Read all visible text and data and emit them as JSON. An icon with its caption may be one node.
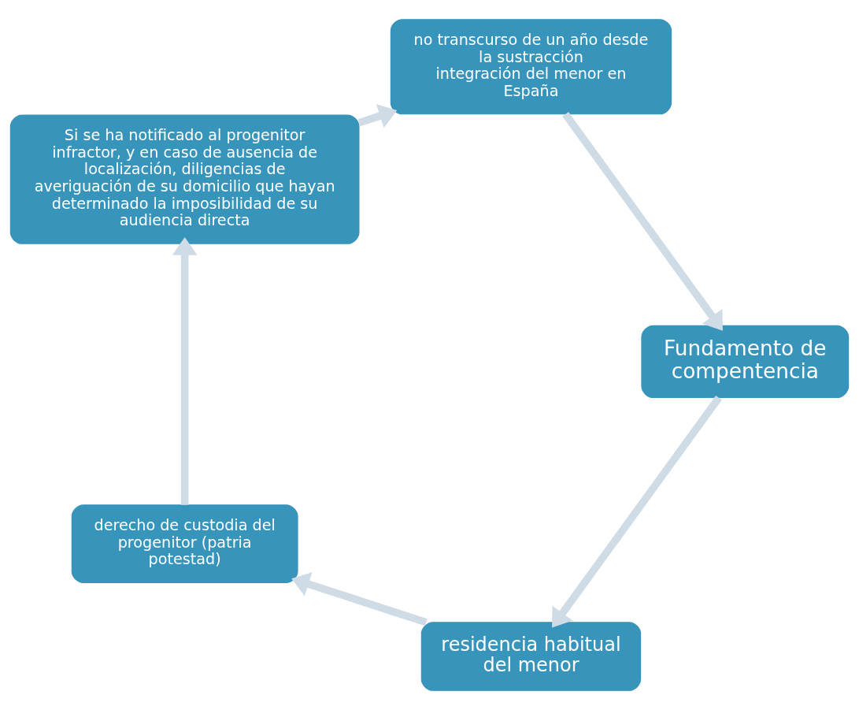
{
  "diagram": {
    "nodes": [
      {
        "text": [
          "residencia habitual del menor"
        ]
      },
      {
        "text": [
          "derecho de custodia del progenitor (patria potestad)"
        ]
      },
      {
        "text": [
          "Si se ha notificado al progenitor infractor, y en caso de ausencia de localización, diligencias de averiguación de su domicilio que hayan determinado la imposibilidad de su audiencia directa"
        ]
      },
      {
        "text": [
          "no transcurso de un año desde la sustracción",
          "integración del menor en España"
        ]
      },
      {
        "text": [
          "Fundamento de compentencia"
        ]
      }
    ],
    "edges": [
      {
        "from": 0,
        "to": 1,
        "arrow": "to"
      },
      {
        "from": 1,
        "to": 2,
        "arrow": "to"
      },
      {
        "from": 2,
        "to": 3,
        "arrow": "to"
      },
      {
        "from": 3,
        "to": 4,
        "arrow": "to"
      },
      {
        "from": 4,
        "to": 0,
        "arrow": "to"
      }
    ]
  }
}
